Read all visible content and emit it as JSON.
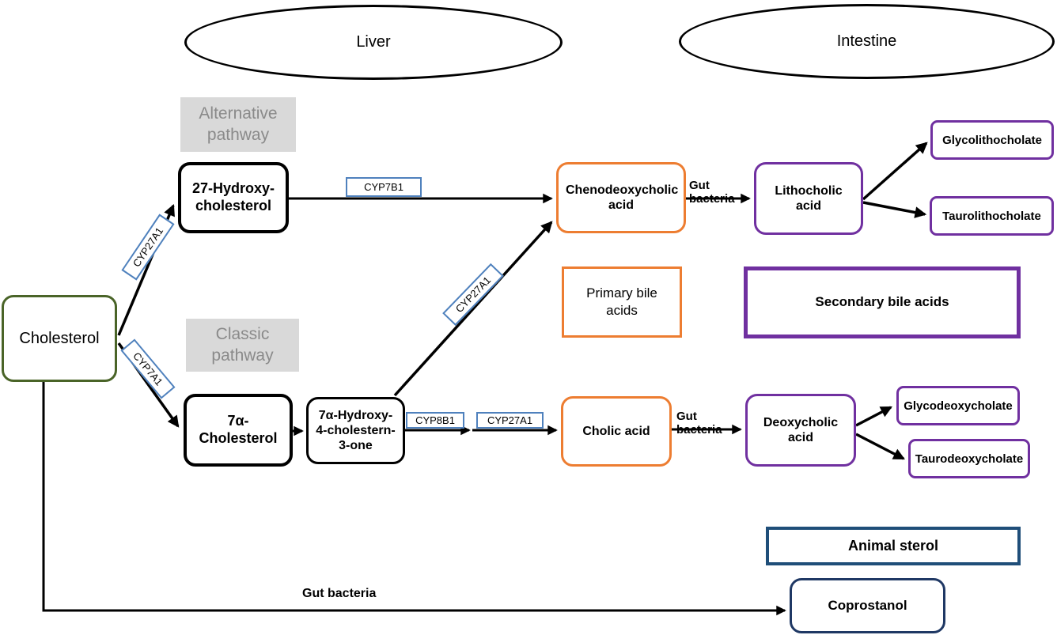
{
  "diagram": {
    "regions": {
      "liver": "Liver",
      "intestine": "Intestine"
    },
    "pathways": {
      "alternative": "Alternative pathway",
      "classic": "Classic pathway"
    },
    "nodes": {
      "cholesterol": "Cholesterol",
      "hydroxycholesterol_27": "27-Hydroxy-cholesterol",
      "cholesterol_7a": "7α-Cholesterol",
      "hydroxy_cholestern_7a": "7α-Hydroxy-4-cholestern-3-one",
      "chenodeoxycholic_acid": "Chenodeoxycholic acid",
      "cholic_acid": "Cholic acid",
      "lithocholic_acid": "Lithocholic  acid",
      "deoxycholic_acid": "Deoxycholic acid",
      "glycolithocholate": "Glycolithocholate",
      "taurolithocholate": "Taurolithocholate",
      "glycodeoxycholate": "Glycodeoxycholate",
      "taurodeoxycholate": "Taurodeoxycholate",
      "coprostanol": "Coprostanol"
    },
    "enzymes": {
      "cyp27a1_alternative": "CYP27A1",
      "cyp7a1_classic": "CYP7A1",
      "cyp7b1": "CYP7B1",
      "cyp8b1": "CYP8B1",
      "cyp27a1_classic": "CYP27A1",
      "cyp27a1_middle": "CYP27A1"
    },
    "legend": {
      "primary": "Primary bile acids",
      "secondary": "Secondary bile acids",
      "animal_sterol": "Animal sterol"
    },
    "labels": {
      "gut_bacteria_top": "Gut bacteria",
      "gut_bacteria_middle": "Gut bacteria",
      "gut_bacteria_bottom": "Gut bacteria"
    },
    "colors": {
      "cholesterol_border": "#4a6428",
      "primary_bile_acid": "#ed7d31",
      "secondary_bile_acid": "#7030a0",
      "animal_sterol_legend": "#1f4e79",
      "coprostanol_border": "#1f3864",
      "enzyme_border": "#4f81bd",
      "pathway_label_bg": "#d9d9d9",
      "pathway_label_text": "#8a8a8a",
      "arrow": "#000000"
    }
  }
}
